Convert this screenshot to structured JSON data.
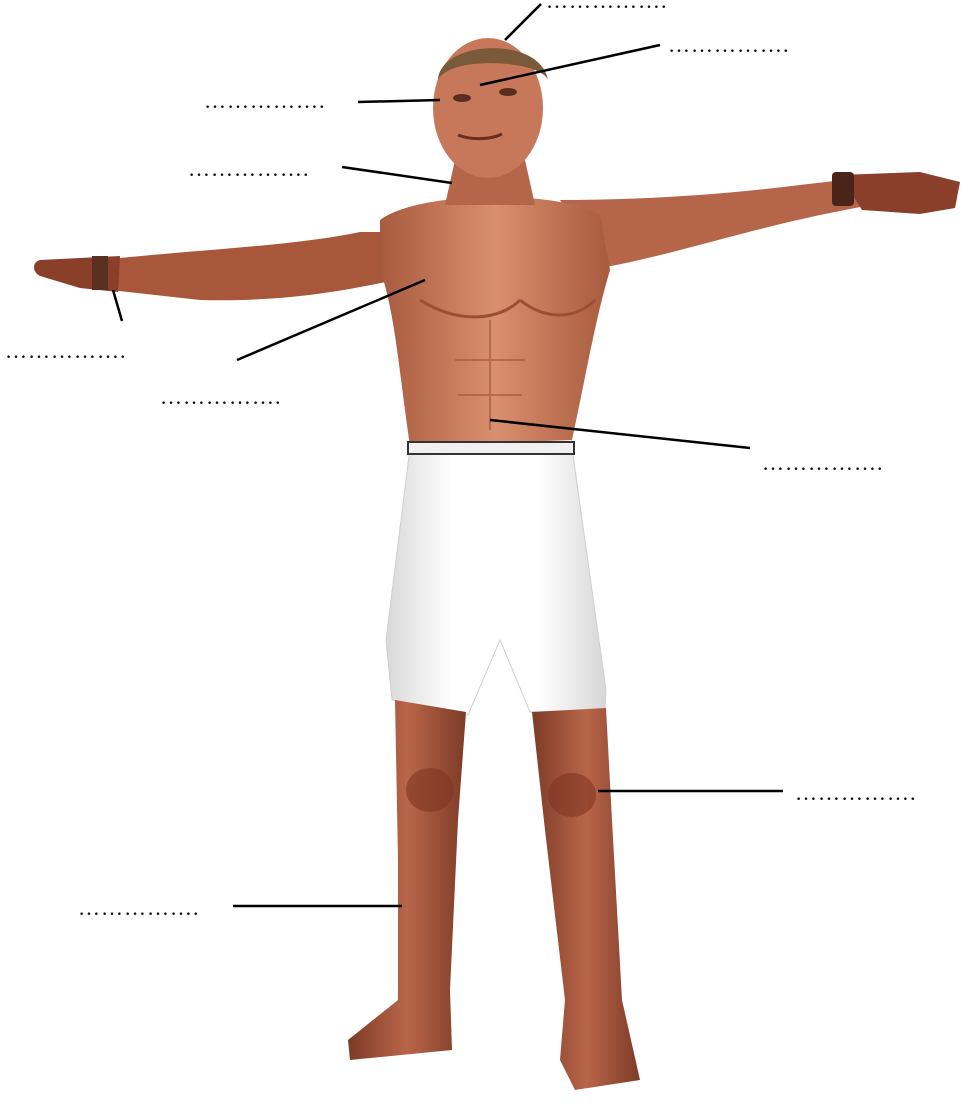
{
  "figure": {
    "subject": "",
    "colors": {
      "skin": "#c9795a",
      "skin_shadow": "#8e4a33",
      "hair": "#7a5a3a",
      "shorts": "#f4f4f4",
      "leader_line": "#000000"
    }
  },
  "labels": [
    {
      "id": "head-top",
      "text": "……………."
    },
    {
      "id": "hair",
      "text": "……………."
    },
    {
      "id": "eye",
      "text": "……………."
    },
    {
      "id": "neck",
      "text": "……………."
    },
    {
      "id": "wrist",
      "text": "……………."
    },
    {
      "id": "chest",
      "text": "……………."
    },
    {
      "id": "abdomen",
      "text": "……………."
    },
    {
      "id": "knee",
      "text": "……………."
    },
    {
      "id": "shin",
      "text": "……………."
    }
  ]
}
